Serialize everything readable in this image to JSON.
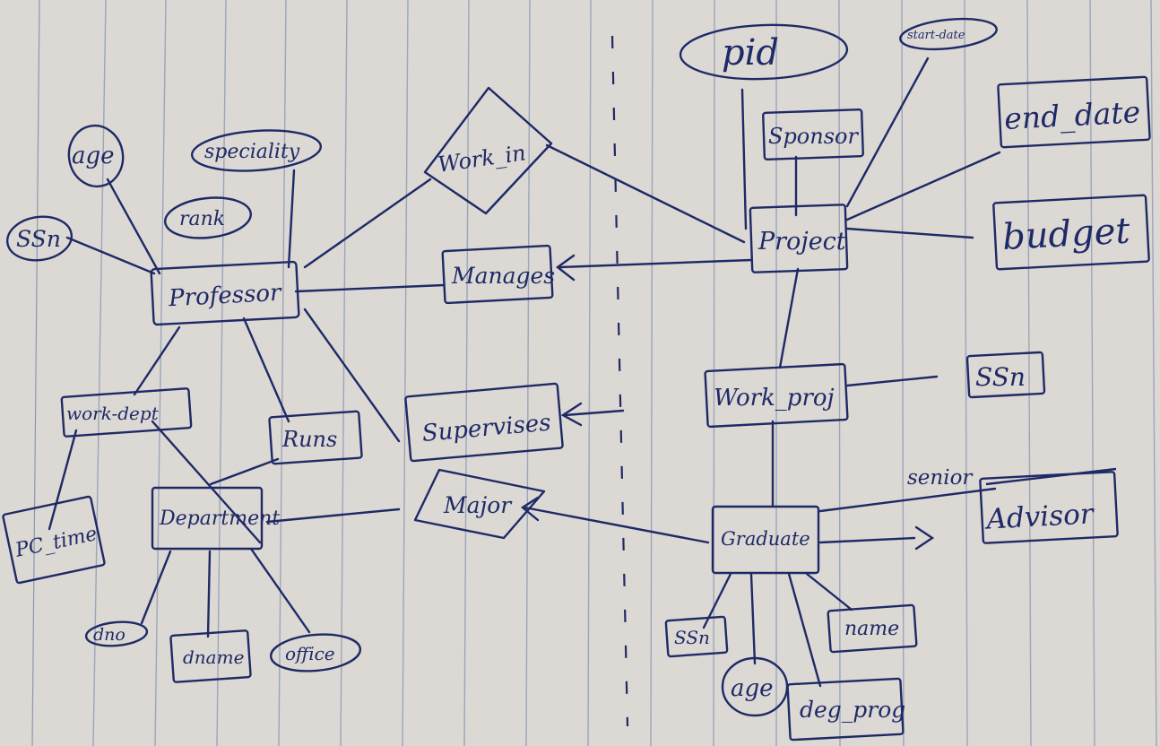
{
  "diagram": {
    "entities": {
      "professor": "Professor",
      "project": "Project",
      "department": "Department",
      "graduate": "Graduate",
      "advisor": "Advisor",
      "budget": "budget",
      "end_date": "end_date",
      "sponsor": "Sponsor",
      "ssn_right": "SSn",
      "pc_time": "PC_time",
      "runs": "Runs",
      "work_proj": "Work_proj",
      "supervises": "Supervises",
      "manages": "Manages",
      "work_dept": "work-dept",
      "name": "name",
      "deg_prog": "deg_prog",
      "dname": "dname",
      "ssn_grad": "SSn"
    },
    "relationships": {
      "work_in": "Work_in",
      "major": "Major"
    },
    "attributes": {
      "age_prof": "age",
      "speciality": "speciality",
      "rank": "rank",
      "ssn_prof": "SSn",
      "pid": "pid",
      "start_date": "start-date",
      "dno": "dno",
      "office": "office",
      "age_grad": "age"
    },
    "annotations": {
      "senior": "senior"
    }
  },
  "colors": {
    "paper": "#dcd8d4",
    "rule": "#9aa6ba",
    "ink": "#1e2a66"
  }
}
